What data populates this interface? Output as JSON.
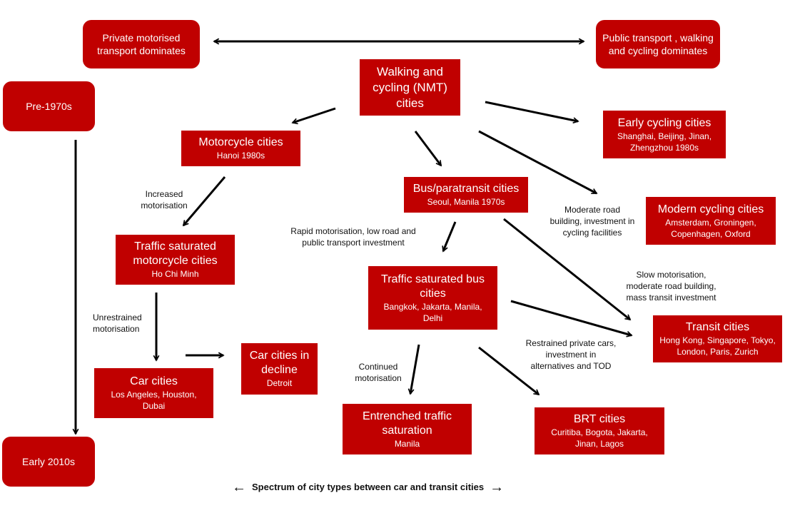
{
  "colors": {
    "box_fill": "#c00000",
    "box_text": "#ffffff",
    "arrow": "#000000",
    "label_text": "#111111"
  },
  "header": {
    "left_pole": "Private motorised transport dominates",
    "right_pole": "Public transport , walking and cycling dominates"
  },
  "timeline": {
    "start": "Pre-1970s",
    "end": "Early 2010s"
  },
  "nodes": {
    "nmt": {
      "title": "Walking and cycling (NMT) cities"
    },
    "motorcycle": {
      "title": "Motorcycle cities",
      "examples": "Hanoi 1980s"
    },
    "early_cycling": {
      "title": "Early  cycling cities",
      "examples": "Shanghai, Beijing, Jinan, Zhengzhou 1980s"
    },
    "bus": {
      "title": "Bus/paratransit cities",
      "examples": "Seoul, Manila 1970s"
    },
    "modern_cycling": {
      "title": "Modern cycling cities",
      "examples": "Amsterdam, Groningen, Copenhagen, Oxford"
    },
    "traffic_moto": {
      "title": "Traffic saturated motorcycle cities",
      "examples": "Ho Chi Minh"
    },
    "traffic_bus": {
      "title": "Traffic saturated bus cities",
      "examples": "Bangkok, Jakarta, Manila, Delhi"
    },
    "transit": {
      "title": "Transit cities",
      "examples": "Hong Kong, Singapore, Tokyo, London, Paris, Zurich"
    },
    "car": {
      "title": "Car cities",
      "examples": "Los Angeles, Houston, Dubai"
    },
    "car_decline": {
      "title": "Car cities in decline",
      "examples": "Detroit"
    },
    "entrenched": {
      "title": "Entrenched traffic saturation",
      "examples": "Manila"
    },
    "brt": {
      "title": "BRT cities",
      "examples": "Curitiba, Bogota, Jakarta, Jinan, Lagos"
    }
  },
  "edge_labels": {
    "increased": "Increased motorisation",
    "rapid": "Rapid motorisation, low road and public transport investment",
    "moderate": "Moderate road building, investment in cycling facilities",
    "slow": "Slow motorisation, moderate road building, mass transit investment",
    "unrestrained": "Unrestrained motorisation",
    "restrained": "Restrained private cars, investment in alternatives and TOD",
    "continued": "Continued motorisation"
  },
  "footer": {
    "text": "Spectrum of city types between  car and transit cities",
    "left_arrow": "←",
    "right_arrow": "→"
  }
}
